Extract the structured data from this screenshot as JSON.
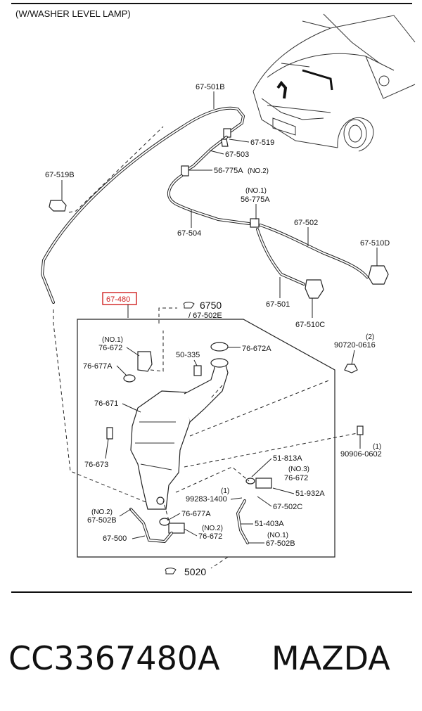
{
  "header": {
    "title": "(W/WASHER LEVEL LAMP)"
  },
  "highlight_color": "#d02020",
  "labels": {
    "p_67_501B": "67-501B",
    "p_67_519": "67-519",
    "p_67_503": "67-503",
    "p_56_775A_no2": "56-775A",
    "no2_a": "(NO.2)",
    "p_67_519B": "67-519B",
    "no1_a": "(NO.1)",
    "p_56_775A_no1": "56-775A",
    "p_67_502": "67-502",
    "p_67_510D": "67-510D",
    "p_67_504": "67-504",
    "p_67_501": "67-501",
    "p_67_510C": "67-510C",
    "p_67_480": "67-480",
    "ref_6750": "6750",
    "ref_67_502E": "/ 67-502E",
    "no1_b": "(NO.1)",
    "p_76_672_no1": "76-672",
    "p_50_335": "50-335",
    "p_76_672A": "76-672A",
    "qty_2": "(2)",
    "p_90720_0616": "90720-0616",
    "p_76_677A_top": "76-677A",
    "p_76_671": "76-671",
    "p_76_673": "76-673",
    "qty_1_a": "(1)",
    "p_90906_0602": "90906-0602",
    "p_51_813A": "51-813A",
    "no3": "(NO.3)",
    "p_76_672_no3": "76-672",
    "p_51_932A": "51-932A",
    "qty_1_b": "(1)",
    "p_99283_1400": "99283-1400",
    "p_67_502C": "67-502C",
    "no2_b": "(NO.2)",
    "p_67_502B_left": "67-502B",
    "p_76_677A_bottom": "76-677A",
    "no2_c": "(NO.2)",
    "p_76_672_no2": "76-672",
    "p_51_403A": "51-403A",
    "no1_c": "(NO.1)",
    "p_67_502B_right": "67-502B",
    "p_67_500": "67-500",
    "ref_5020": "5020"
  },
  "footer": {
    "part_number": "CC3367480A",
    "brand": "MAZDA"
  }
}
